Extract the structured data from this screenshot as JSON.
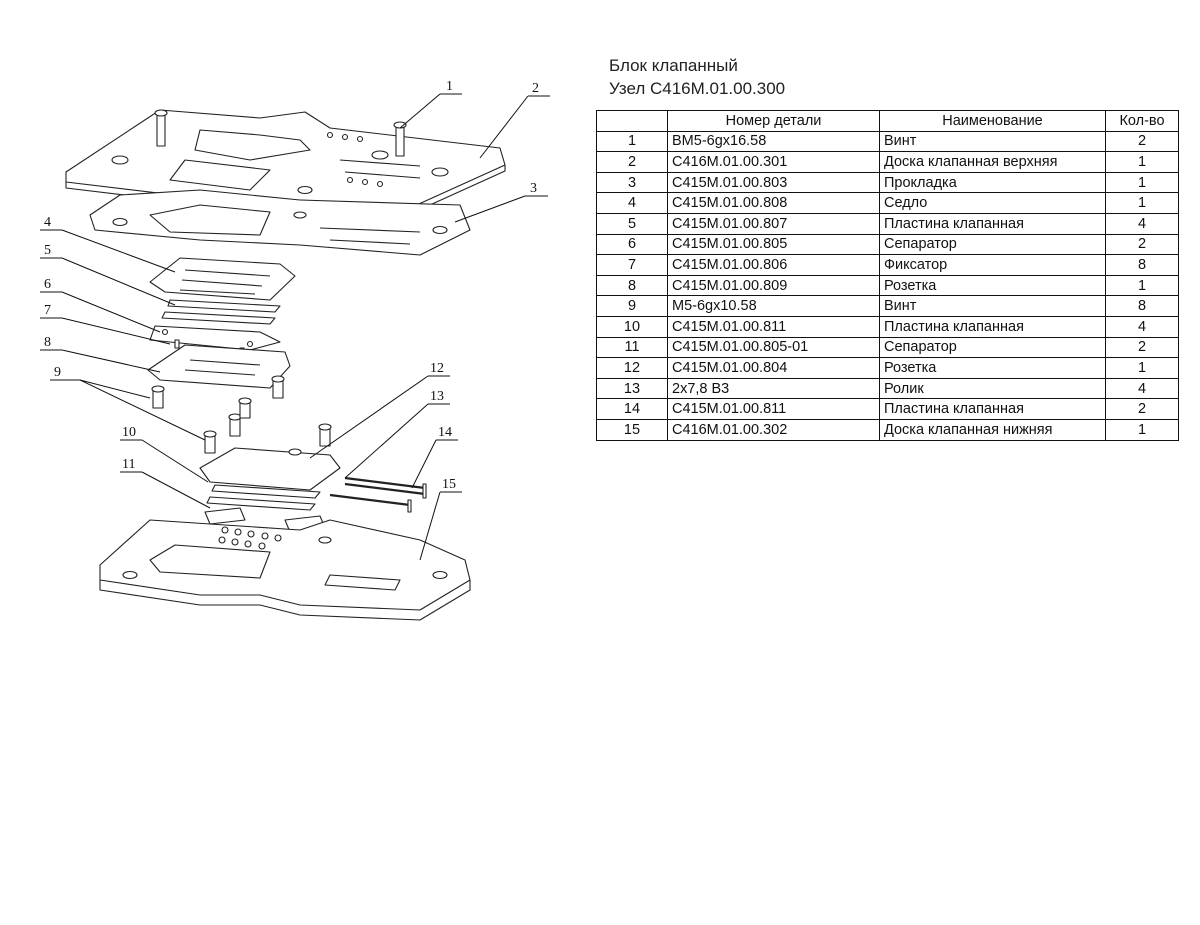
{
  "title": {
    "line1": "Блок клапанный",
    "line2": "Узел С416М.01.00.300"
  },
  "table": {
    "headers": [
      "",
      "Номер детали",
      "Наименование",
      "Кол-во"
    ],
    "rows": [
      {
        "no": "1",
        "part": "ВМ5-6gx16.58",
        "name": "Винт",
        "qty": "2"
      },
      {
        "no": "2",
        "part": "С416М.01.00.301",
        "name": "Доска клапанная верхняя",
        "qty": "1"
      },
      {
        "no": "3",
        "part": "С415М.01.00.803",
        "name": "Прокладка",
        "qty": "1"
      },
      {
        "no": "4",
        "part": "С415М.01.00.808",
        "name": "Седло",
        "qty": "1"
      },
      {
        "no": "5",
        "part": "С415М.01.00.807",
        "name": "Пластина клапанная",
        "qty": "4"
      },
      {
        "no": "6",
        "part": "С415М.01.00.805",
        "name": "Сепаратор",
        "qty": "2"
      },
      {
        "no": "7",
        "part": "С415М.01.00.806",
        "name": "Фиксатор",
        "qty": "8"
      },
      {
        "no": "8",
        "part": "С415М.01.00.809",
        "name": "Розетка",
        "qty": "1"
      },
      {
        "no": "9",
        "part": "М5-6gx10.58",
        "name": "Винт",
        "qty": "8"
      },
      {
        "no": "10",
        "part": "С415М.01.00.811",
        "name": "Пластина клапанная",
        "qty": "4"
      },
      {
        "no": "11",
        "part": "С415М.01.00.805-01",
        "name": "Сепаратор",
        "qty": "2"
      },
      {
        "no": "12",
        "part": "С415М.01.00.804",
        "name": "Розетка",
        "qty": "1"
      },
      {
        "no": "13",
        "part": "2х7,8 В3",
        "name": "Ролик",
        "qty": "4"
      },
      {
        "no": "14",
        "part": "С415М.01.00.811",
        "name": "Пластина клапанная",
        "qty": "2"
      },
      {
        "no": "15",
        "part": "С416М.01.00.302",
        "name": "Доска клапанная нижняя",
        "qty": "1"
      }
    ]
  },
  "callouts": {
    "c1": "1",
    "c2": "2",
    "c3": "3",
    "c4": "4",
    "c5": "5",
    "c6": "6",
    "c7": "7",
    "c8": "8",
    "c9": "9",
    "c10": "10",
    "c11": "11",
    "c12": "12",
    "c13": "13",
    "c14": "14",
    "c15": "15"
  }
}
